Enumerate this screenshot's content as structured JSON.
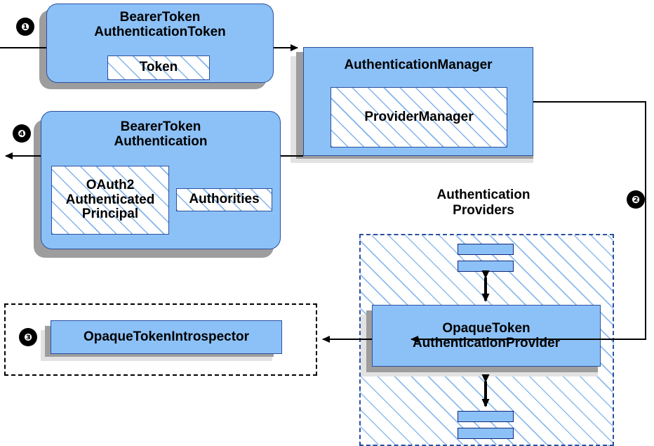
{
  "diagram": {
    "title": "Spring Security Bearer Token Authentication Flow",
    "accent_blue": "#8CC1F7",
    "border_blue": "#2B4FA0",
    "shadow_gray": "#9d9d9d"
  },
  "steps": {
    "one": "❶",
    "two": "❷",
    "three": "❸",
    "four": "❹"
  },
  "nodes": {
    "bearer_token_authentication_token": {
      "line1": "BearerToken",
      "line2": "AuthenticationToken",
      "inner": "Token"
    },
    "authentication_manager": {
      "title": "AuthenticationManager",
      "inner": "ProviderManager"
    },
    "bearer_token_authentication": {
      "line1": "BearerToken",
      "line2": "Authentication",
      "inner_principal_l1": "OAuth2",
      "inner_principal_l2": "Authenticated",
      "inner_principal_l3": "Principal",
      "inner_authorities": "Authorities"
    },
    "opaque_token_introspector": {
      "title": "OpaqueTokenIntrospector"
    },
    "opaque_token_authentication_provider": {
      "line1": "OpaqueToken",
      "line2": "AuthenticationProvider"
    }
  },
  "labels": {
    "authentication_providers_l1": "Authentication",
    "authentication_providers_l2": "Providers"
  }
}
